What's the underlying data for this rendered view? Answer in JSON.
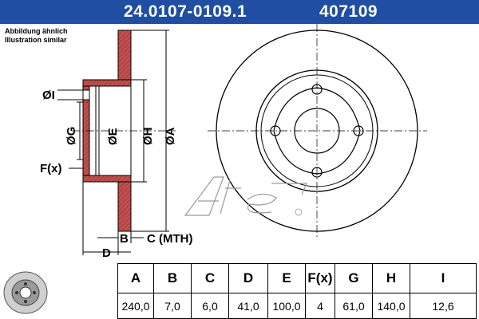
{
  "header": {
    "part_number": "24.0107-0109.1",
    "ref_number": "407109",
    "background": "#1f4ea3"
  },
  "notes": {
    "german": "Abbildung ähnlich",
    "english": "Illustration similar"
  },
  "drawing_labels": {
    "I": "ØI",
    "G": "ØG",
    "E": "ØE",
    "H": "ØH",
    "A": "ØA",
    "F": "F(x)",
    "B": "B",
    "C": "C (MTH)",
    "D": "D"
  },
  "table": {
    "headers": [
      "A",
      "B",
      "C",
      "D",
      "E",
      "F(x)",
      "G",
      "H",
      "I"
    ],
    "values": [
      "240,0",
      "7,0",
      "6,0",
      "41,0",
      "100,0",
      "4",
      "61,0",
      "140,0",
      "12,6"
    ]
  },
  "colors": {
    "disc_fill": "#c0504d",
    "accent": "#1f4ea3"
  }
}
